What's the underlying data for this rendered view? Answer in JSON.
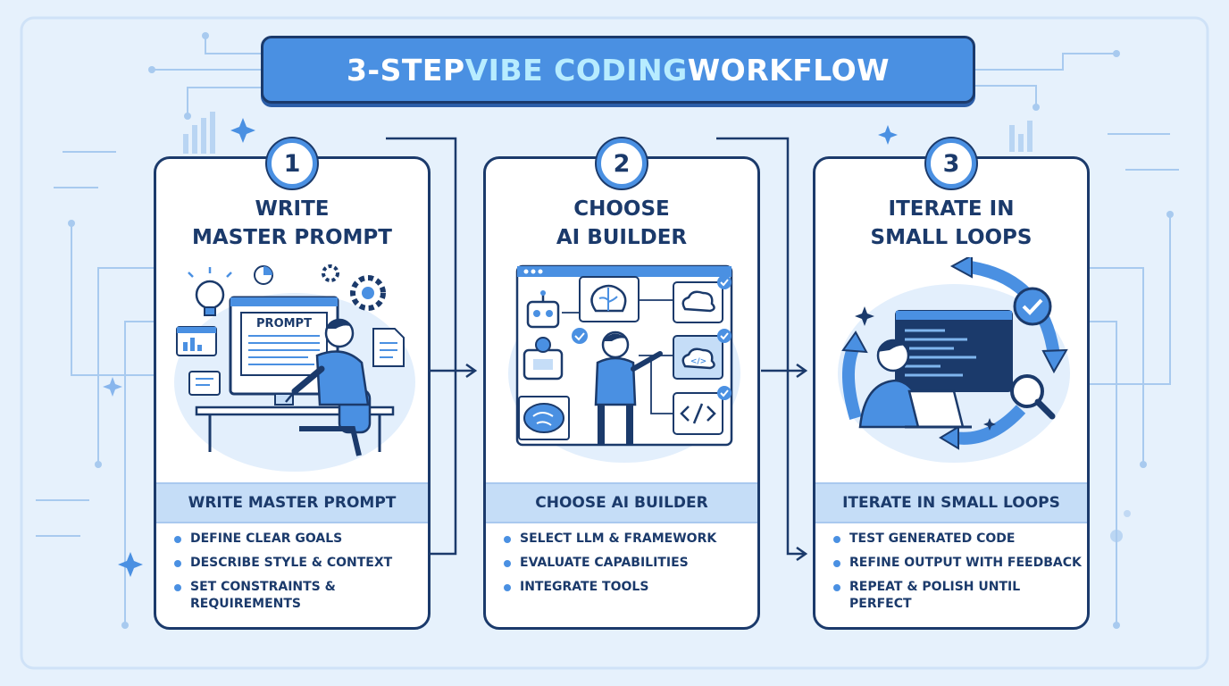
{
  "title": {
    "part1": "3-STEP ",
    "accent": "VIBE CODING",
    "part2": " WORKFLOW"
  },
  "colors": {
    "background": "#e6f1fc",
    "primary": "#4a90e2",
    "dark": "#1b3a6b",
    "light": "#c5ddf7",
    "accent_text": "#b7ecff"
  },
  "steps": [
    {
      "number": "1",
      "title_line1": "WRITE",
      "title_line2": "MASTER PROMPT",
      "band_label": "WRITE MASTER PROMPT",
      "screen_label": "PROMPT",
      "icons": [
        "lightbulb-icon",
        "pie-chart-icon",
        "gear-icon",
        "chart-card-icon",
        "chat-icon",
        "document-icon",
        "person-writing-icon"
      ],
      "bullets": [
        "DEFINE CLEAR GOALS",
        "DESCRIBE STYLE & CONTEXT",
        "SET CONSTRAINTS & REQUIREMENTS"
      ]
    },
    {
      "number": "2",
      "title_line1": "CHOOSE",
      "title_line2": "AI BUILDER",
      "band_label": "CHOOSE AI BUILDER",
      "screen_label": "</>",
      "icons": [
        "robot-icon",
        "brain-icon",
        "cloud-icon",
        "cloud-code-icon",
        "code-icon",
        "check-icon",
        "person-pointing-icon"
      ],
      "bullets": [
        "SELECT LLM & FRAMEWORK",
        "EVALUATE CAPABILITIES",
        "INTEGRATE TOOLS"
      ]
    },
    {
      "number": "3",
      "title_line1": "ITERATE IN",
      "title_line2": "SMALL LOOPS",
      "band_label": "ITERATE IN SMALL LOOPS",
      "icons": [
        "loop-arrows-icon",
        "check-circle-icon",
        "magnifier-icon",
        "code-window-icon",
        "person-laptop-icon"
      ],
      "bullets": [
        "TEST GENERATED CODE",
        "REFINE OUTPUT WITH FEEDBACK",
        "REPEAT & POLISH UNTIL PERFECT"
      ]
    }
  ]
}
